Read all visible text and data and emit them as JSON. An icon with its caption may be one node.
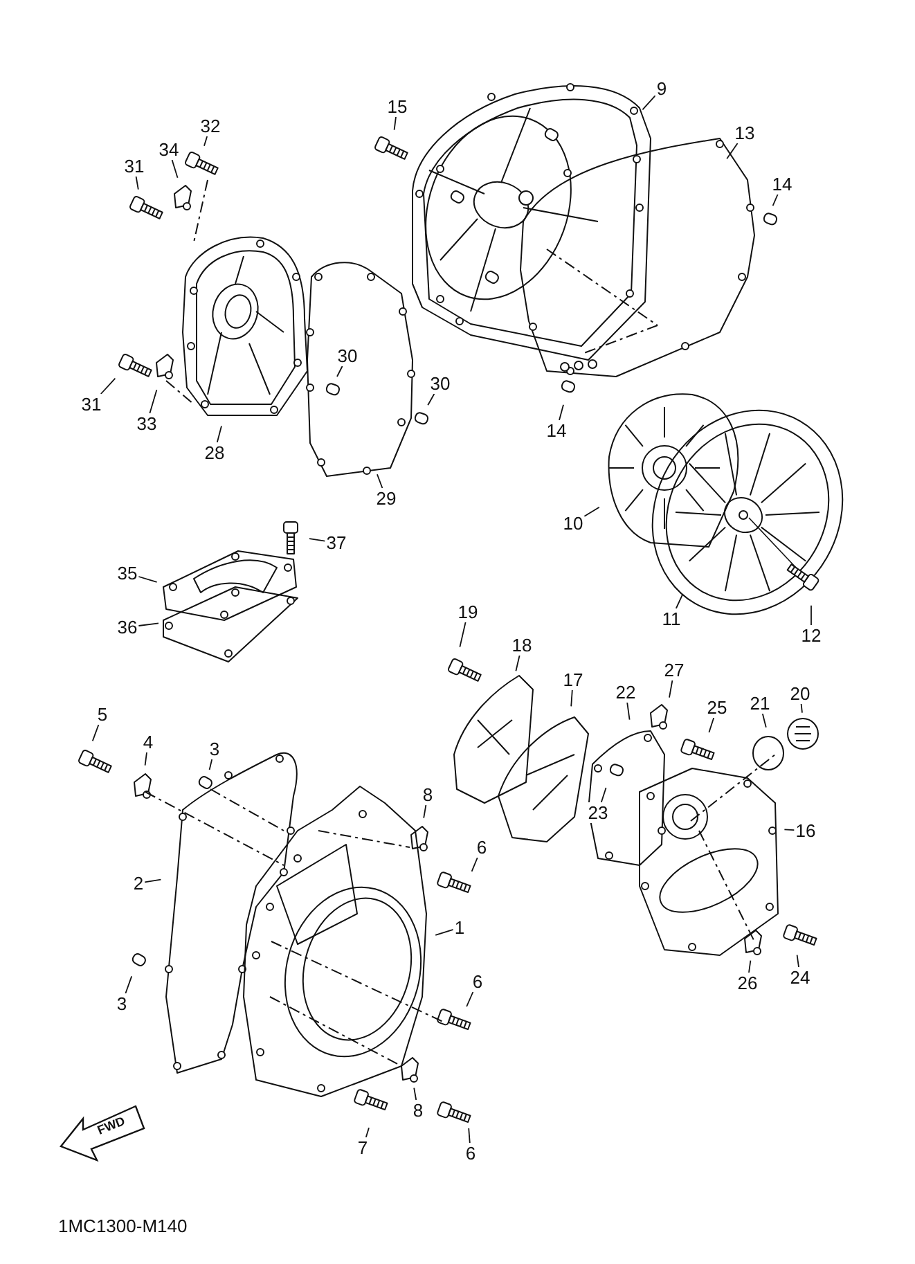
{
  "diagram": {
    "nodes": [
      {
        "text": [
          "32"
        ]
      },
      {
        "text": [
          "34"
        ]
      },
      {
        "text": [
          "31"
        ]
      },
      {
        "text": [
          "31"
        ]
      },
      {
        "text": [
          "33"
        ]
      },
      {
        "text": [
          "28"
        ]
      },
      {
        "text": [
          "29"
        ]
      },
      {
        "text": [
          "30"
        ]
      },
      {
        "text": [
          "30"
        ]
      },
      {
        "text": [
          "15"
        ]
      },
      {
        "text": [
          "9"
        ]
      },
      {
        "text": [
          "13"
        ]
      },
      {
        "text": [
          "14"
        ]
      },
      {
        "text": [
          "14"
        ]
      },
      {
        "text": [
          "10"
        ]
      },
      {
        "text": [
          "11"
        ]
      },
      {
        "text": [
          "12"
        ]
      },
      {
        "text": [
          "37"
        ]
      },
      {
        "text": [
          "35"
        ]
      },
      {
        "text": [
          "36"
        ]
      },
      {
        "text": [
          "19"
        ]
      },
      {
        "text": [
          "18"
        ]
      },
      {
        "text": [
          "17"
        ]
      },
      {
        "text": [
          "22"
        ]
      },
      {
        "text": [
          "27"
        ]
      },
      {
        "text": [
          "25"
        ]
      },
      {
        "text": [
          "20"
        ]
      },
      {
        "text": [
          "21"
        ]
      },
      {
        "text": [
          "23"
        ]
      },
      {
        "text": [
          "16"
        ]
      },
      {
        "text": [
          "26"
        ]
      },
      {
        "text": [
          "24"
        ]
      },
      {
        "text": [
          "5"
        ]
      },
      {
        "text": [
          "4"
        ]
      },
      {
        "text": [
          "3"
        ]
      },
      {
        "text": [
          "2"
        ]
      },
      {
        "text": [
          "3"
        ]
      },
      {
        "text": [
          "8"
        ]
      },
      {
        "text": [
          "6"
        ]
      },
      {
        "text": [
          "1"
        ]
      },
      {
        "text": [
          "6"
        ]
      },
      {
        "text": [
          "7"
        ]
      },
      {
        "text": [
          "8"
        ]
      },
      {
        "text": [
          "6"
        ]
      }
    ],
    "edges": [
      {
        "from": 0,
        "to": null,
        "arrow": "none"
      },
      {
        "from": 1,
        "to": null,
        "arrow": "none"
      },
      {
        "from": 2,
        "to": null,
        "arrow": "none"
      },
      {
        "from": 3,
        "to": null,
        "arrow": "none"
      },
      {
        "from": 4,
        "to": null,
        "arrow": "none"
      },
      {
        "from": 5,
        "to": null,
        "arrow": "none"
      },
      {
        "from": 6,
        "to": null,
        "arrow": "none"
      },
      {
        "from": 7,
        "to": null,
        "arrow": "none"
      },
      {
        "from": 8,
        "to": null,
        "arrow": "none"
      },
      {
        "from": 9,
        "to": null,
        "arrow": "none"
      },
      {
        "from": 10,
        "to": null,
        "arrow": "none"
      },
      {
        "from": 11,
        "to": null,
        "arrow": "none"
      },
      {
        "from": 12,
        "to": null,
        "arrow": "none"
      },
      {
        "from": 13,
        "to": null,
        "arrow": "none"
      },
      {
        "from": 14,
        "to": null,
        "arrow": "none"
      },
      {
        "from": 15,
        "to": null,
        "arrow": "none"
      },
      {
        "from": 16,
        "to": null,
        "arrow": "none"
      },
      {
        "from": 17,
        "to": null,
        "arrow": "none"
      },
      {
        "from": 18,
        "to": null,
        "arrow": "none"
      },
      {
        "from": 19,
        "to": null,
        "arrow": "none"
      },
      {
        "from": 20,
        "to": null,
        "arrow": "none"
      },
      {
        "from": 21,
        "to": null,
        "arrow": "none"
      },
      {
        "from": 22,
        "to": null,
        "arrow": "none"
      },
      {
        "from": 23,
        "to": null,
        "arrow": "none"
      },
      {
        "from": 24,
        "to": null,
        "arrow": "none"
      },
      {
        "from": 25,
        "to": null,
        "arrow": "none"
      },
      {
        "from": 26,
        "to": null,
        "arrow": "none"
      },
      {
        "from": 27,
        "to": null,
        "arrow": "none"
      },
      {
        "from": 28,
        "to": null,
        "arrow": "none"
      },
      {
        "from": 29,
        "to": null,
        "arrow": "none"
      },
      {
        "from": 30,
        "to": null,
        "arrow": "none"
      },
      {
        "from": 31,
        "to": null,
        "arrow": "none"
      },
      {
        "from": 32,
        "to": null,
        "arrow": "none"
      },
      {
        "from": 33,
        "to": null,
        "arrow": "none"
      },
      {
        "from": 34,
        "to": null,
        "arrow": "none"
      },
      {
        "from": 35,
        "to": null,
        "arrow": "none"
      },
      {
        "from": 36,
        "to": null,
        "arrow": "none"
      },
      {
        "from": 37,
        "to": null,
        "arrow": "none"
      },
      {
        "from": 38,
        "to": null,
        "arrow": "none"
      },
      {
        "from": 39,
        "to": null,
        "arrow": "none"
      },
      {
        "from": 40,
        "to": null,
        "arrow": "none"
      },
      {
        "from": 41,
        "to": null,
        "arrow": "none"
      },
      {
        "from": 42,
        "to": null,
        "arrow": "none"
      },
      {
        "from": 43,
        "to": null,
        "arrow": "none"
      }
    ],
    "labels": [
      "FWD",
      "1MC1300-M140"
    ]
  }
}
